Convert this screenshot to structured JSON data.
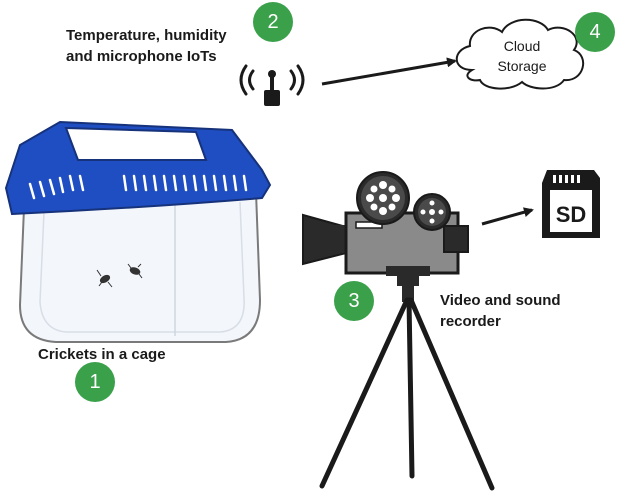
{
  "labels": {
    "iot_line1": "Temperature, humidity",
    "iot_line2": "and microphone IoTs",
    "cloud_line1": "Cloud",
    "cloud_line2": "Storage",
    "sd": "SD",
    "recorder_line1": "Video and sound",
    "recorder_line2": "recorder",
    "cage": "Crickets in a cage"
  },
  "badges": [
    "1",
    "2",
    "3",
    "4"
  ],
  "colors": {
    "badge": "#3aa04a",
    "cage_blue": "#1f4ec2",
    "camera_gray": "#8a8a8a",
    "ink": "#1a1a1a"
  },
  "icons": [
    "antenna-icon",
    "cloud-icon",
    "sd-card-icon",
    "camera-icon",
    "tripod-icon",
    "cage-icon",
    "cricket-icon"
  ]
}
